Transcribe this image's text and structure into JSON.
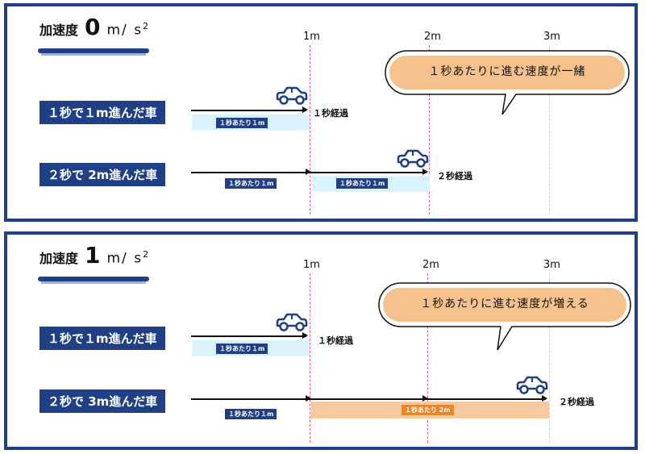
{
  "panel_top": {
    "title_label": "加速度",
    "accel_value": "0",
    "unit": "m/ s",
    "unit_sup": "2",
    "marks": [
      "1m",
      "2m",
      "3m"
    ],
    "bubble_text": "１秒あたりに進む速度が一緒",
    "rows": [
      {
        "label": "１秒で１m進んだ車",
        "chips": [
          "１秒あたり１m"
        ],
        "elapsed": "１秒経過"
      },
      {
        "label": "２秒で 2m進んだ車",
        "chips": [
          "１秒あたり１m",
          "１秒あたり１m"
        ],
        "elapsed": "２秒経過"
      }
    ]
  },
  "panel_bottom": {
    "title_label": "加速度",
    "accel_value": "1",
    "unit": "m/ s",
    "unit_sup": "2",
    "marks": [
      "1m",
      "2m",
      "3m"
    ],
    "bubble_text": "１秒あたりに進む速度が増える",
    "rows": [
      {
        "label": "１秒で１m進んだ車",
        "chips": [
          "１秒あたり１m"
        ],
        "elapsed": "１秒経過"
      },
      {
        "label": "２秒で 3m進んだ車",
        "chips": [
          "１秒あたり１m",
          "１秒あたり 2m"
        ],
        "elapsed": "２秒経過"
      }
    ]
  },
  "colors": {
    "navy": "#1f3f86",
    "light_blue": "#d9f2fb",
    "orange_fill": "#f6c9a1",
    "orange_chip": "#e8862a",
    "bubble": "#f5c28e",
    "dashed_line": "#e05a8a"
  },
  "icons": [
    "car-icon",
    "speech-bubble"
  ]
}
